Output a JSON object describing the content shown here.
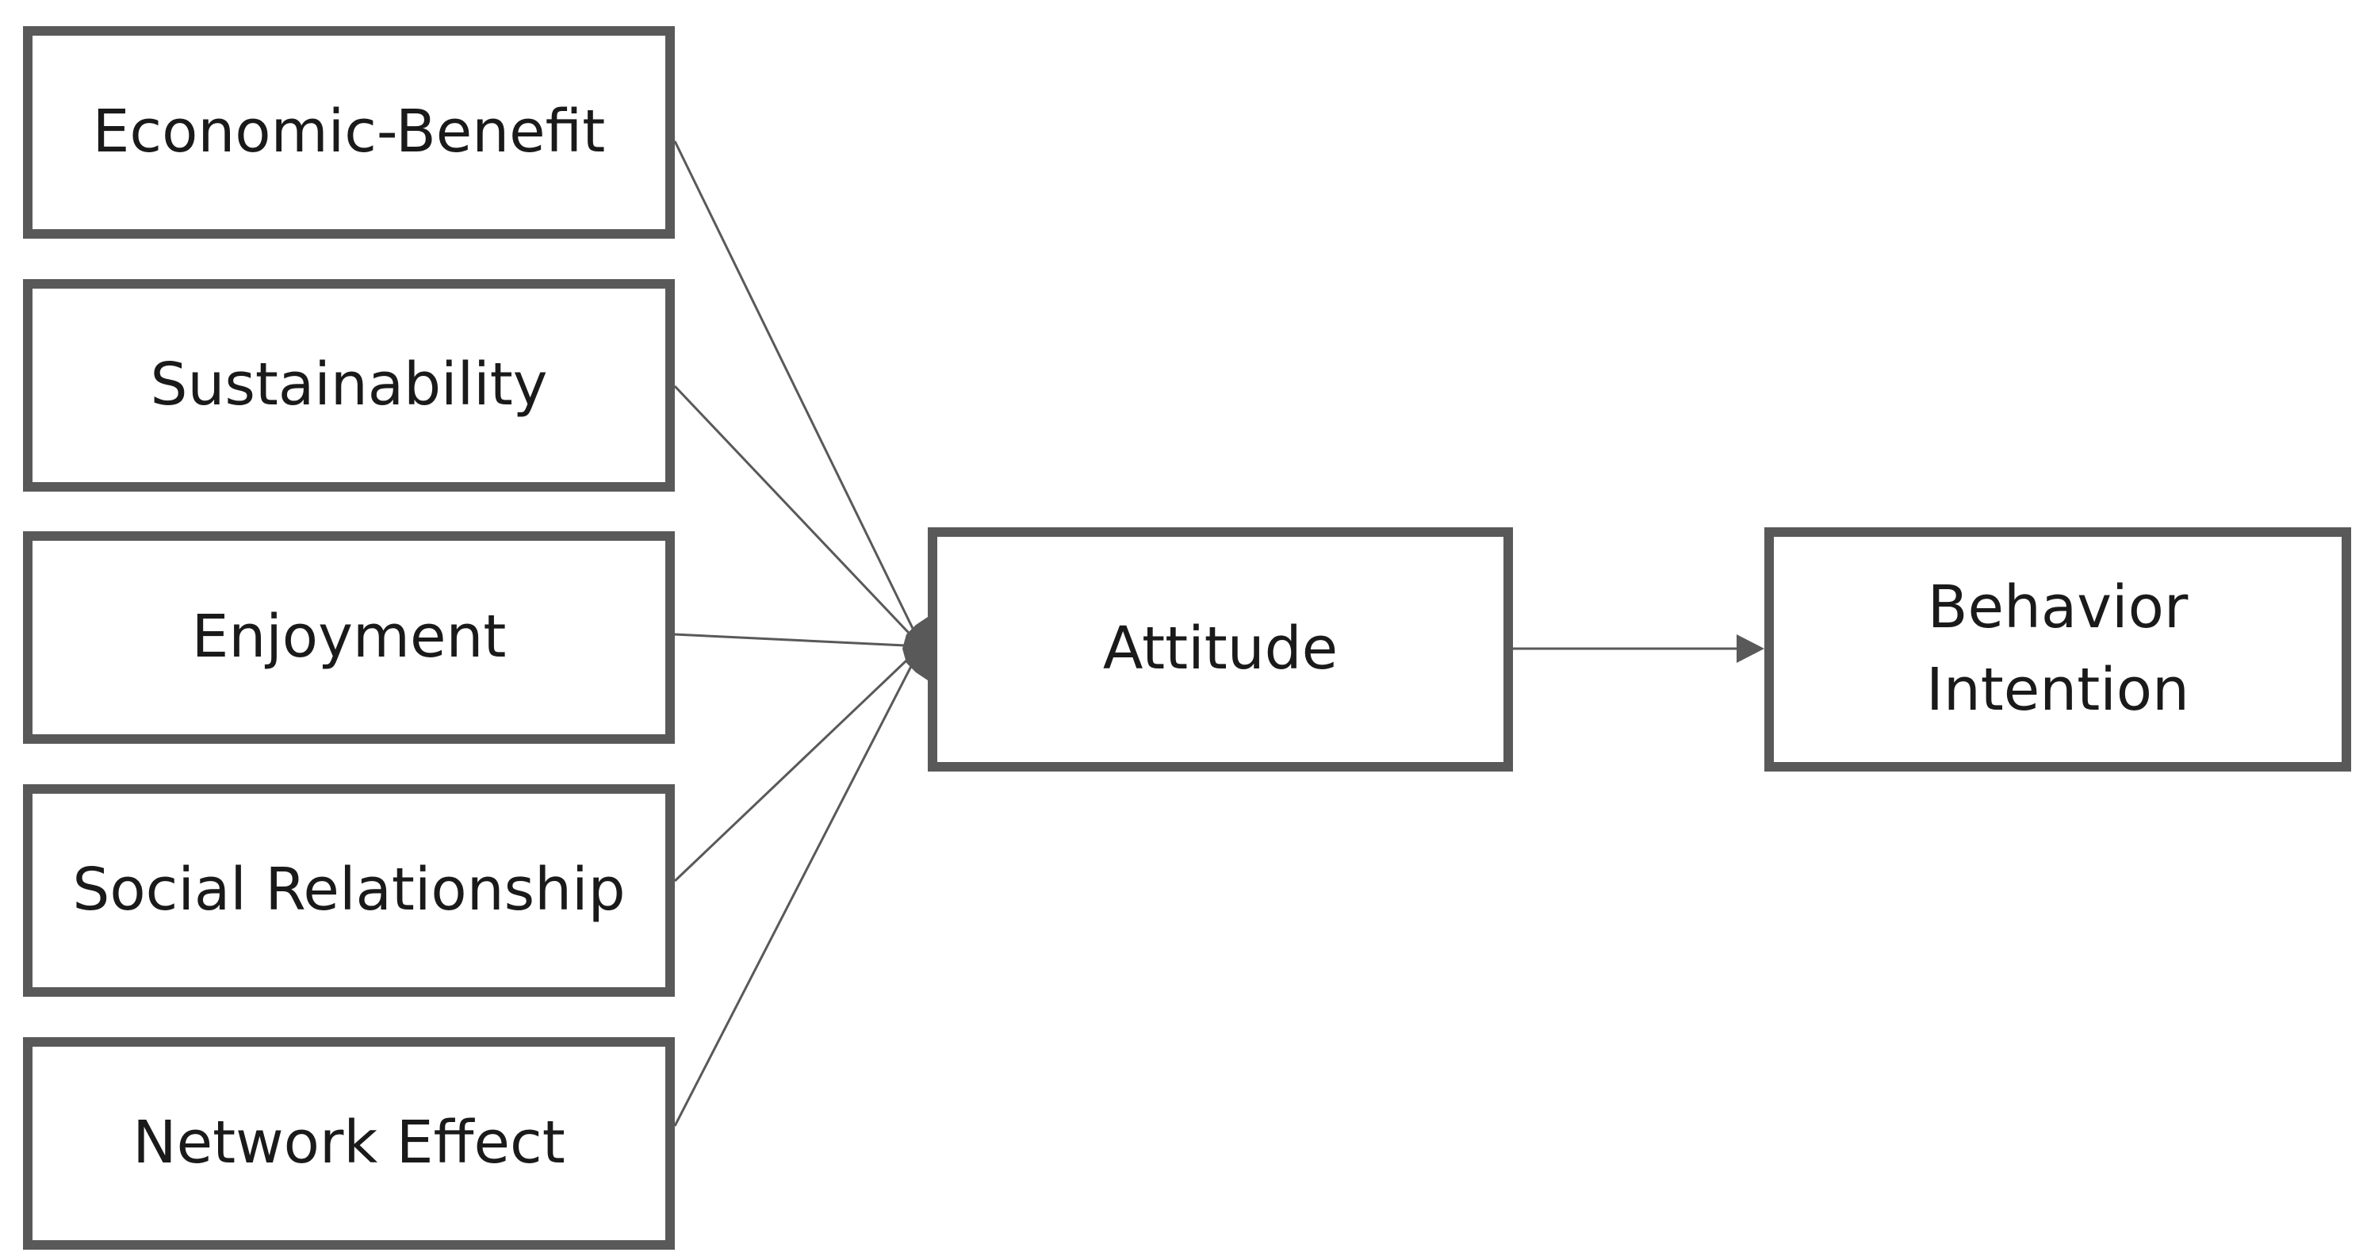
{
  "nodes": {
    "economic_benefit": "Economic-Benefit",
    "sustainability": "Sustainability",
    "enjoyment": "Enjoyment",
    "social_relationship": "Social Relationship",
    "network_effect": "Network Effect",
    "attitude": "Attitude",
    "behavior_intention_line1": "Behavior",
    "behavior_intention_line2": "Intention"
  },
  "colors": {
    "box_border": "#595959",
    "connector": "#595959",
    "text": "#1a1a1a"
  }
}
